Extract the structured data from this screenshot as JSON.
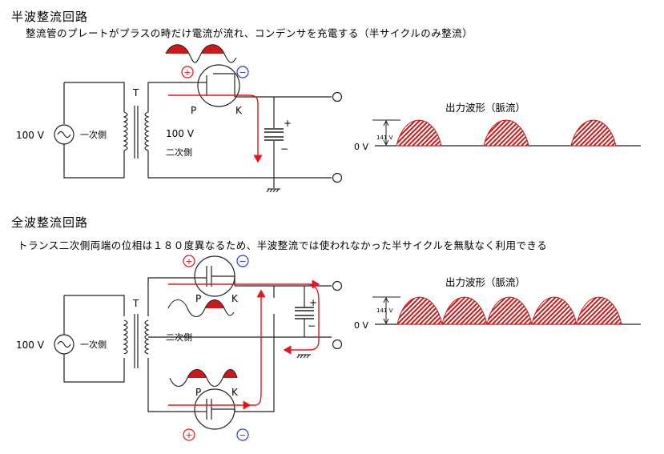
{
  "half": {
    "title": "半波整流回路",
    "description": "整流管のプレートがプラスの時だけ電流が流れ、コンデンサを充電する（半サイクルのみ整流）",
    "source_label": "100 V",
    "primary_label": "一次側",
    "transformer_label": "T",
    "secondary_voltage": "100 V",
    "secondary_label": "二次側",
    "plate_label": "P",
    "cathode_label": "K",
    "plus_sign": "+",
    "minus_sign": "−",
    "output_title": "出力波形（脈流）",
    "peak_label": "141 V",
    "zero_label": "0 V"
  },
  "full": {
    "title": "全波整流回路",
    "description": "トランス二次側両端の位相は１８０度異なるため、半波整流では使われなかった半サイクルを無駄なく利用できる",
    "source_label": "100 V",
    "primary_label": "一次側",
    "transformer_label": "T",
    "secondary_label": "二次側",
    "plate_label": "P",
    "cathode_label": "K",
    "plus_sign": "+",
    "minus_sign": "−",
    "output_title": "出力波形（脈流）",
    "peak_label": "141 V",
    "zero_label": "0 V"
  },
  "colors": {
    "current": "#e8141c",
    "plus": "#e8141c",
    "minus": "#2b3bd0",
    "wave_fill": "#cc1818",
    "line": "#222222"
  },
  "icons": [
    "ac-source-icon",
    "transformer-icon",
    "diode-tube-icon",
    "capacitor-icon",
    "ground-icon",
    "terminal-icon"
  ]
}
